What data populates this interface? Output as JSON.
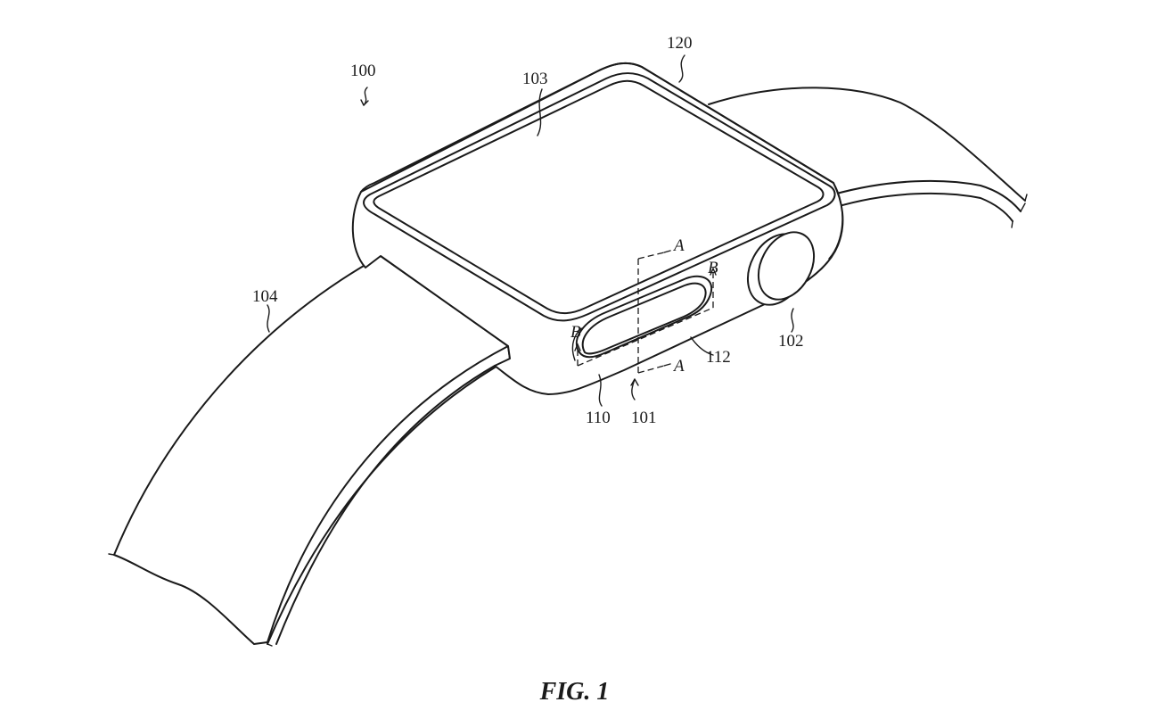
{
  "figure": {
    "caption": "FIG. 1",
    "subject": "wearable electronic watch device",
    "reference_numerals": {
      "device": "100",
      "button_assembly": "101",
      "crown": "102",
      "display": "103",
      "band": "104",
      "button_gap": "110",
      "button": "112",
      "housing": "120"
    },
    "section_markers": {
      "a_top": "A",
      "a_bottom": "A",
      "b_left": "B",
      "b_right": "B"
    },
    "colors": {
      "line": "#1a1a1a",
      "background": "#ffffff"
    }
  }
}
